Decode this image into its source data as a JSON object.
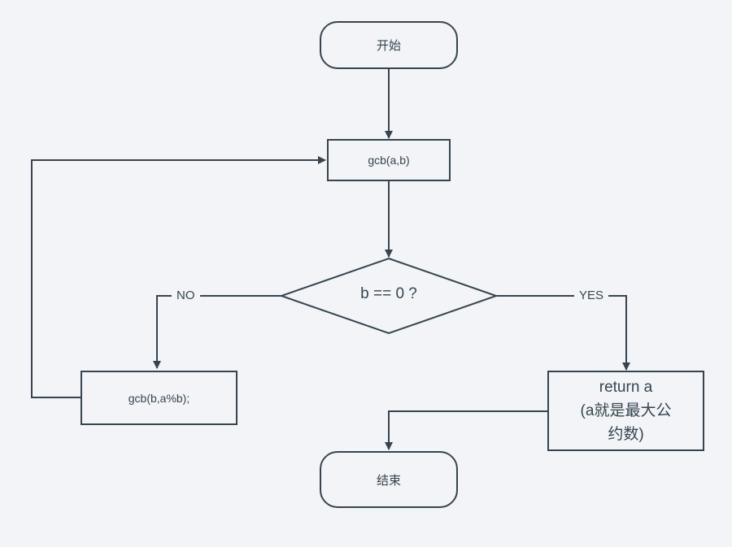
{
  "nodes": {
    "start": "开始",
    "gcb_ab": "gcb(a,b)",
    "condition": "b == 0 ?",
    "gcb_recursive": "gcb(b,a%b);",
    "return_line1": "return a",
    "return_line2": "(a就是最大公",
    "return_line3": "约数)",
    "end": "结束"
  },
  "edges": {
    "no_label": "NO",
    "yes_label": "YES"
  },
  "colors": {
    "stroke": "#37444f",
    "background": "#f2f4f7"
  }
}
